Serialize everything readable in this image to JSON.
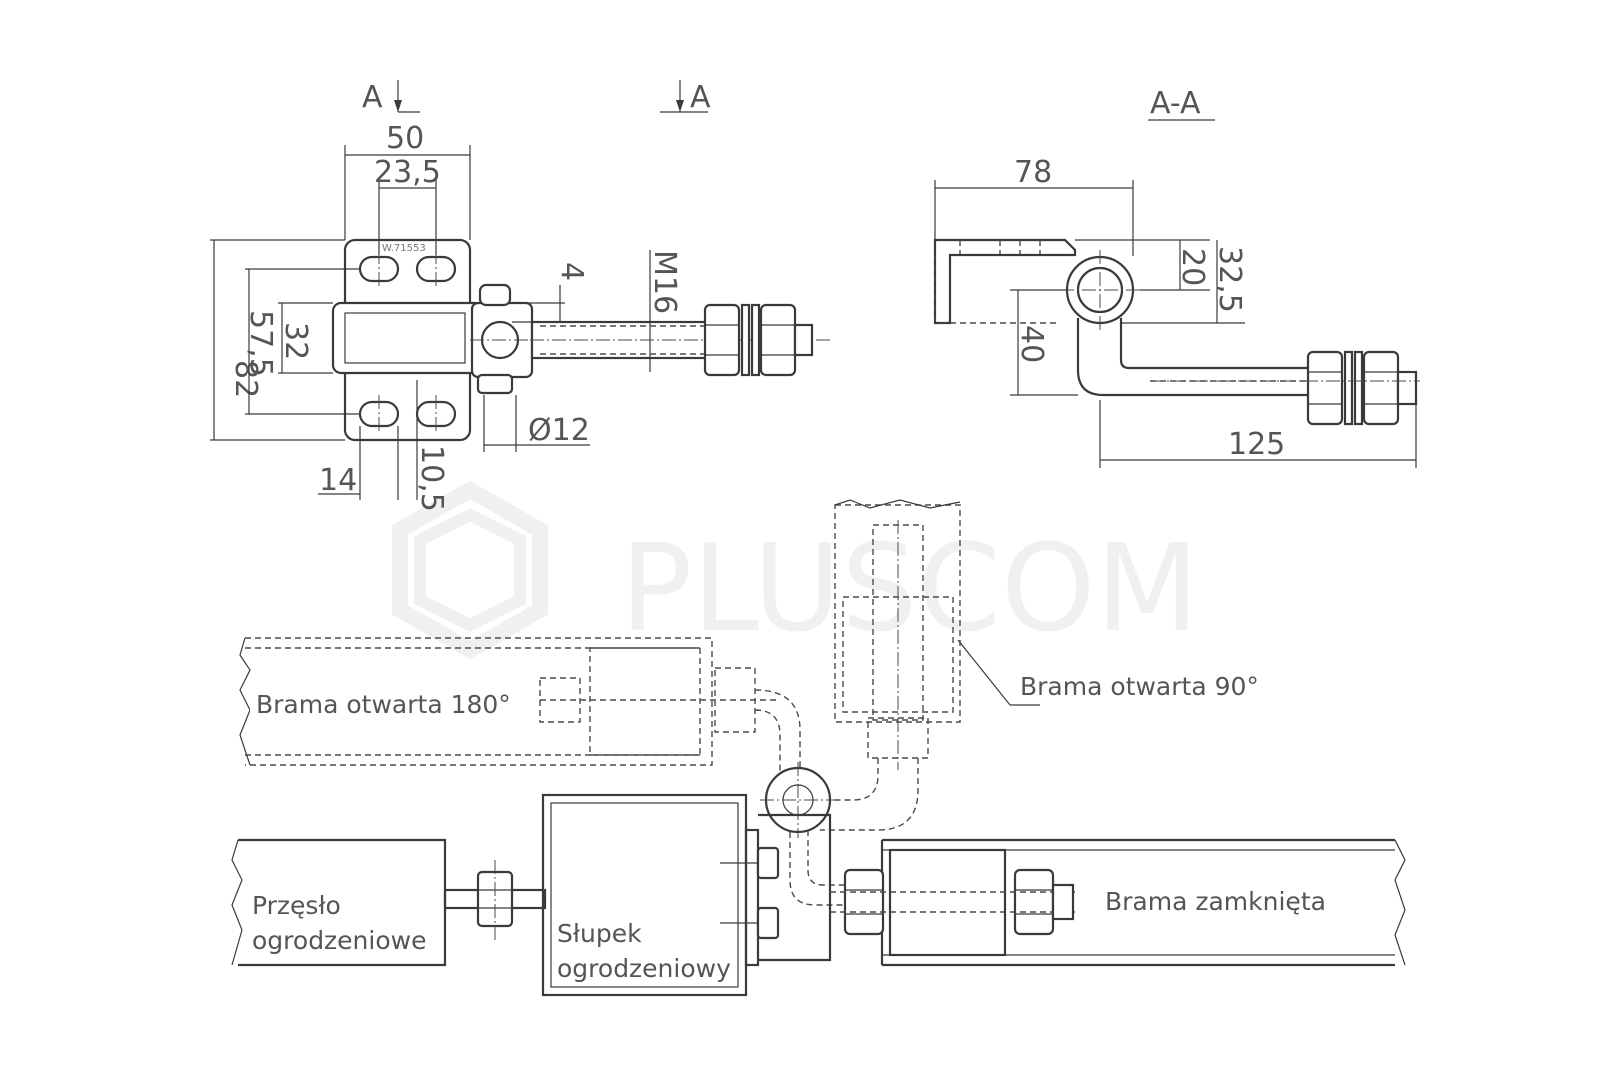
{
  "section_marks": {
    "left_a": "A",
    "right_a": "A",
    "view_title": "A-A"
  },
  "dimensions": {
    "front": {
      "width_total": "50",
      "hole_spacing": "23,5",
      "height_total": "82",
      "hole_vertical": "57,5",
      "slot_height": "32",
      "thread": "M16",
      "gap": "4",
      "pin_diameter": "Ø12",
      "hole_offset": "14",
      "hole_width": "10,5",
      "part_code": "W.71553"
    },
    "section": {
      "length": "78",
      "eye_offset": "20",
      "eye_total": "32,5",
      "drop": "40",
      "bolt_length": "125"
    }
  },
  "labels": {
    "open_180": "Brama otwarta 180°",
    "open_90": "Brama otwarta 90°",
    "fence_panel_line1": "Przęsło",
    "fence_panel_line2": "ogrodzeniowe",
    "post_line1": "Słupek",
    "post_line2": "ogrodzeniowy",
    "closed": "Brama zamknięta"
  },
  "watermark": "PLUSCOM",
  "colors": {
    "line": "#3a3a3a",
    "text": "#555555"
  }
}
